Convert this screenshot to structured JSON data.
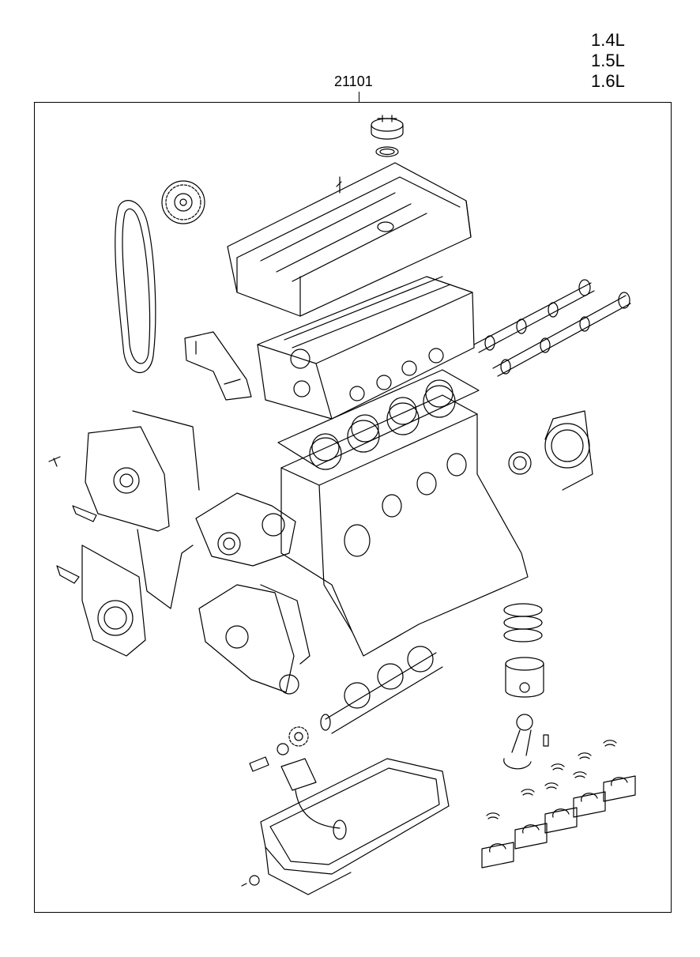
{
  "header": {
    "engine_sizes": [
      "1.4L",
      "1.5L",
      "1.6L"
    ],
    "assembly_part_number": "21101"
  }
}
